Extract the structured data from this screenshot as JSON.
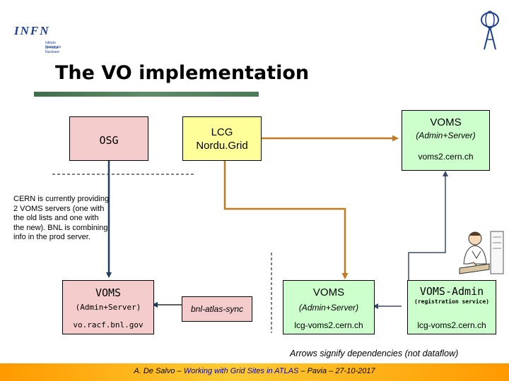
{
  "header": {
    "logo_text": "INFN",
    "logo_sub1": "Istituto Nazionale",
    "logo_sub2": "di Fisica Nucleare",
    "title": "The VO implementation"
  },
  "nodes": {
    "osg": {
      "label": "OSG"
    },
    "lcg": {
      "line1": "LCG",
      "line2": "Nordu.Grid"
    },
    "voms_top": {
      "title": "VOMS",
      "subtitle": "(Admin+Server)",
      "host": "voms2.cern.ch"
    },
    "voms_bnl": {
      "title": "VOMS",
      "subtitle": "(Admin+Server)",
      "host": "vo.racf.bnl.gov"
    },
    "bnl_sync": {
      "label": "bnl-atlas-sync"
    },
    "voms_lcg": {
      "title": "VOMS",
      "subtitle": "(Admin+Server)",
      "host": "lcg-voms2.cern.ch"
    },
    "voms_admin": {
      "title": "VOMS-Admin",
      "subtitle": "(registration service)",
      "host": "lcg-voms2.cern.ch"
    }
  },
  "note": "CERN is currently providing 2 VOMS servers (one with the old lists and one with the new). BNL is combining info in the prod server.",
  "caption": "Arrows signify dependencies (not dataflow)",
  "footer": {
    "author": "A. De Salvo –",
    "talk": "Working with Grid Sites in ATLAS",
    "place": "– Pavia – 27-10-2017"
  },
  "colors": {
    "osg_fill": "#f4cccc",
    "lcg_fill": "#ffff99",
    "voms_fill": "#ccffcc",
    "osg_arrow": "#1f3a5f",
    "lcg_arrow": "#c07a20",
    "admin_arrow": "#3b4a6b",
    "footer": "#ff9900"
  }
}
